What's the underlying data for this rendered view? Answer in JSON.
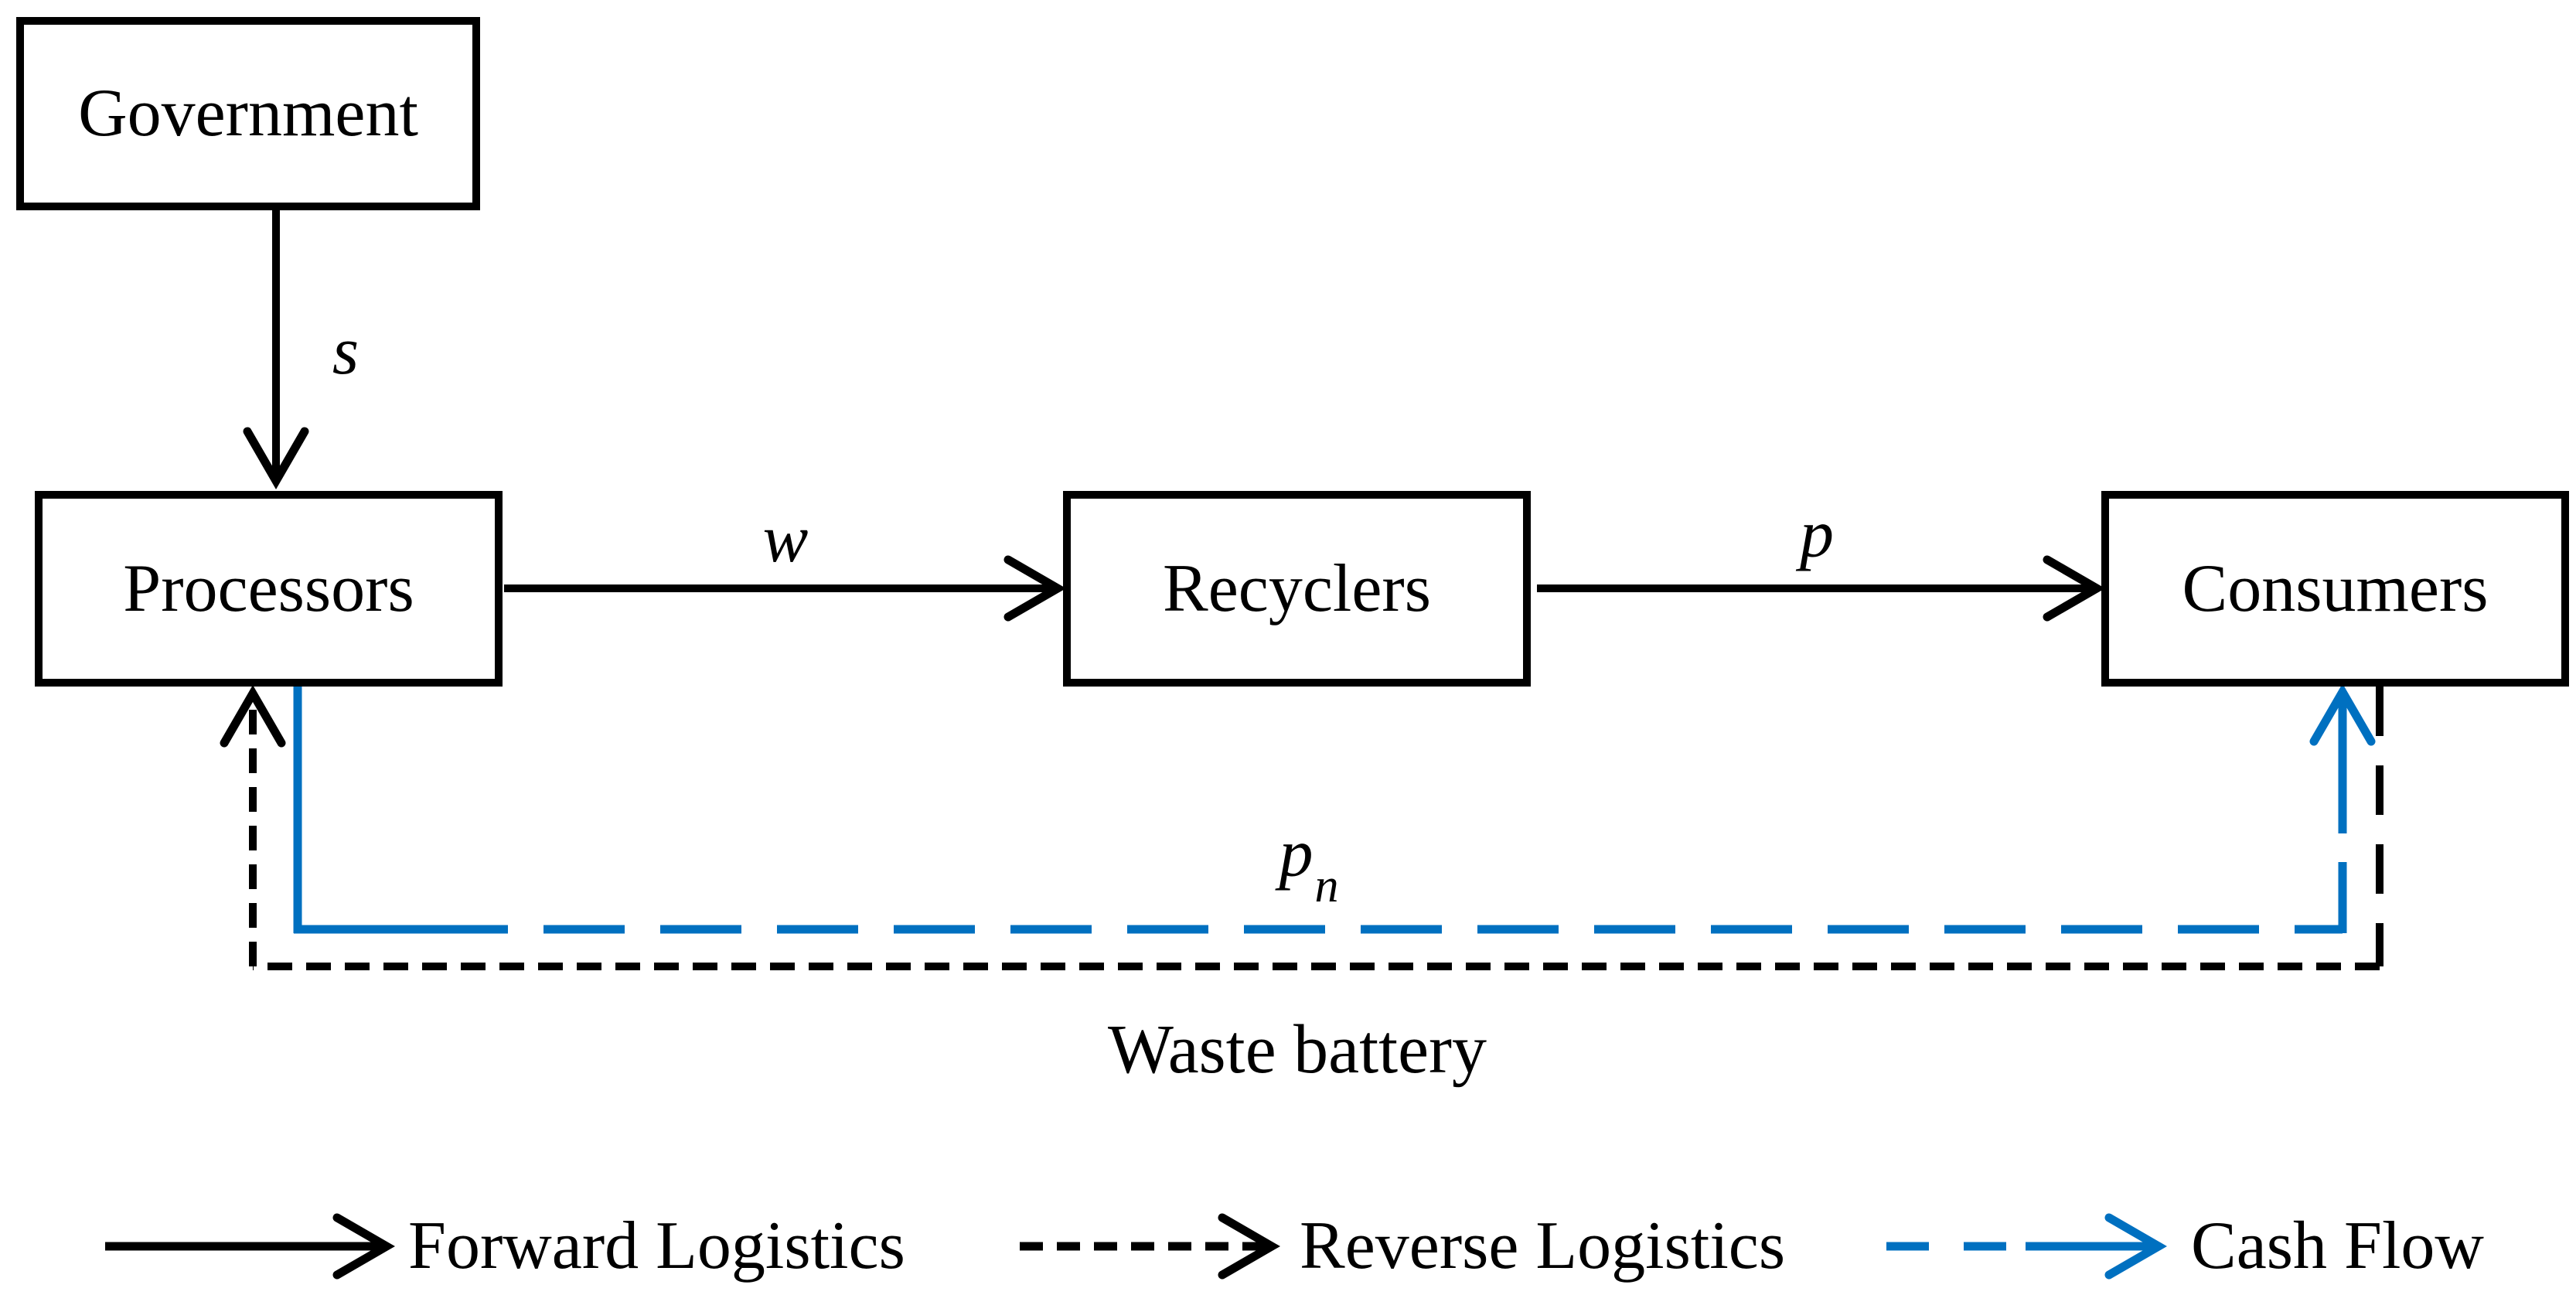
{
  "figure": {
    "nodes": {
      "government": "Government",
      "processors": "Processors",
      "recyclers": "Recyclers",
      "consumers": "Consumers"
    },
    "edge_labels": {
      "government_to_processors": "s",
      "processors_to_recyclers": "w",
      "recyclers_to_consumers": "p",
      "cash_flow_base": "p",
      "cash_flow_sub": "n"
    },
    "annotations": {
      "waste_battery": "Waste battery"
    },
    "legend": {
      "forward": "Forward Logistics",
      "reverse": "Reverse Logistics",
      "cash": "Cash Flow"
    },
    "colors": {
      "line_black": "#000000",
      "cash_flow_blue": "#0070C0"
    }
  }
}
